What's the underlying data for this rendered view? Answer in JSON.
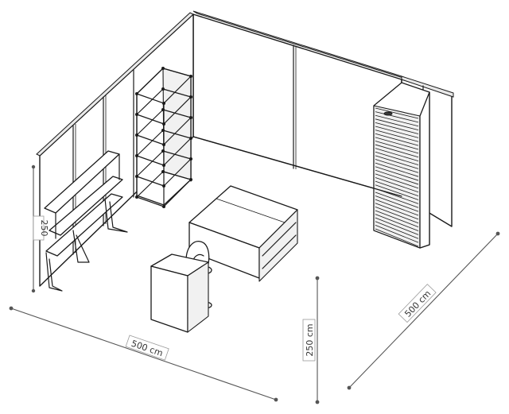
{
  "dimensions": {
    "front_width": "500 cm",
    "side_depth": "500 cm",
    "front_height": "250 cm",
    "left_height": "250"
  },
  "colors": {
    "line": "#1a1a1a",
    "dimension": "#555555",
    "wall_top": "#e9e9e9"
  }
}
